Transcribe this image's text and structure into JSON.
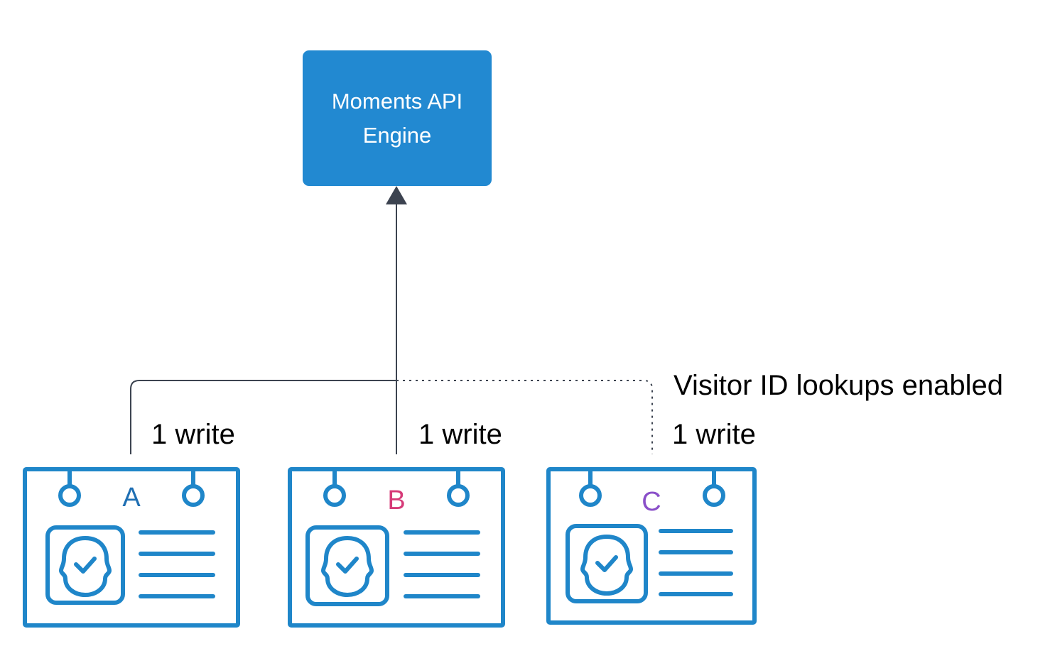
{
  "engine": {
    "line1": "Moments API",
    "line2": "Engine",
    "color": "#2289d1"
  },
  "annotations": {
    "visitor_lookup": "Visitor ID lookups enabled"
  },
  "profiles": [
    {
      "letter": "A",
      "letter_color": "#1f6fb3",
      "write_label": "1 write",
      "icon": "profile-card-icon",
      "connection": "solid"
    },
    {
      "letter": "B",
      "letter_color": "#d63a78",
      "write_label": "1 write",
      "icon": "profile-card-icon",
      "connection": "solid"
    },
    {
      "letter": "C",
      "letter_color": "#8a4fc9",
      "write_label": "1 write",
      "icon": "profile-card-icon",
      "connection": "dotted"
    }
  ],
  "colors": {
    "connector": "#3c4350",
    "card_stroke": "#1f86c9"
  }
}
